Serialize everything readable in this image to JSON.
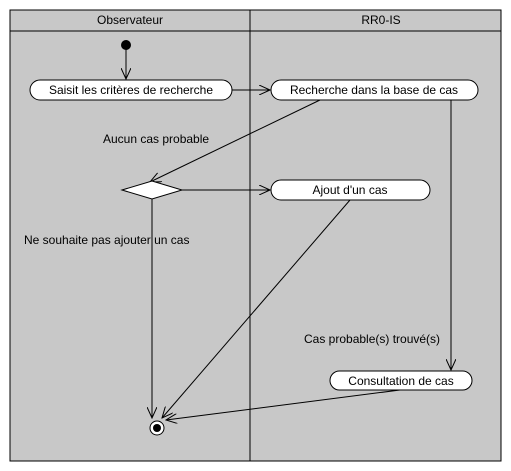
{
  "colors": {
    "background": "#c8c8c8",
    "node_fill": "#ffffff",
    "stroke": "#000000"
  },
  "swimlanes": [
    {
      "title": "Observateur"
    },
    {
      "title": "RR0-IS"
    }
  ],
  "activities": {
    "saisie": "Saisit les critères de recherche",
    "recherche": "Recherche dans la base de cas",
    "ajout": "Ajout d'un cas",
    "consultation": "Consultation de cas"
  },
  "edge_labels": {
    "aucun_cas": "Aucun cas probable",
    "ne_souhaite_pas": "Ne souhaite pas ajouter un cas",
    "cas_trouves": "Cas probable(s) trouvé(s)"
  }
}
